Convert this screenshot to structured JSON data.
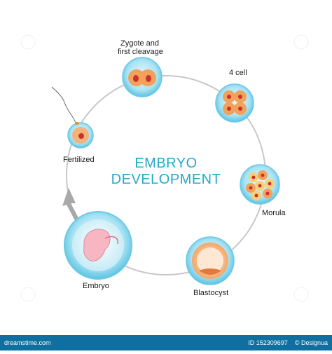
{
  "diagram": {
    "title_line1": "EMBRYO",
    "title_line2": "DEVELOPMENT",
    "stages": {
      "fertilized": "Fertilized",
      "zygote_line1": "Zygote and",
      "zygote_line2": "first cleavage",
      "four_cell": "4 cell",
      "morula": "Morula",
      "blastocyst": "Blastocyst",
      "embryo": "Embryo"
    }
  },
  "footer": {
    "site": "dreamstime.com",
    "id_text": "ID 152309697",
    "author": "© Designua"
  },
  "colors": {
    "title": "#2aa8c6",
    "cycle_line": "#c8c8c8",
    "cell_shell": "#8fd8ee",
    "cell_inner": "#f2a15a",
    "nucleus": "#c9332b",
    "footer": "#0f6fa0"
  }
}
